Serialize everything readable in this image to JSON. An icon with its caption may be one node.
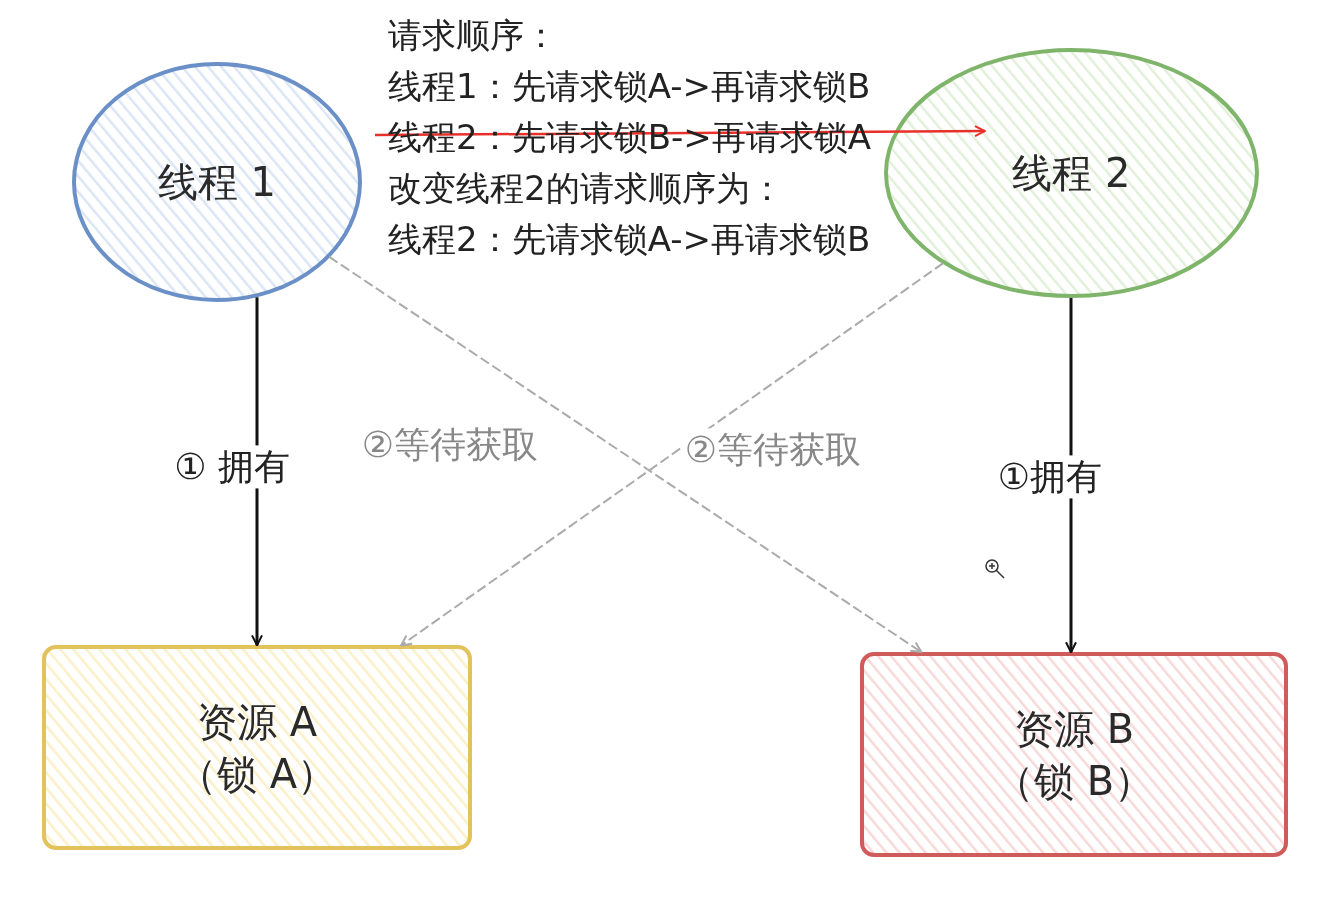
{
  "diagram": {
    "nodes": [
      {
        "text": [
          "线程 1"
        ]
      },
      {
        "text": [
          "线程 2"
        ]
      },
      {
        "text": [
          "资源 A",
          "（锁 A）"
        ]
      },
      {
        "text": [
          "资源 B",
          "（锁 B）"
        ]
      }
    ],
    "edges": [
      {
        "from": 0,
        "to": 2,
        "arrow": "to",
        "label": "① 拥有"
      },
      {
        "from": 0,
        "to": 3,
        "arrow": "to",
        "label": "②等待获取",
        "style": "dashed",
        "color": "#aaaaaa"
      },
      {
        "from": 1,
        "to": 2,
        "arrow": "to",
        "label": "②等待获取",
        "style": "dashed",
        "color": "#aaaaaa"
      },
      {
        "from": 1,
        "to": 3,
        "arrow": "to",
        "label": "①拥有"
      }
    ],
    "labels": [
      "请求顺序：",
      "线程1：先请求锁A->再请求锁B",
      "线程2：先请求锁B->再请求锁A",
      "改变线程2的请求顺序为：",
      "线程2：先请求锁A->再请求锁B"
    ]
  }
}
